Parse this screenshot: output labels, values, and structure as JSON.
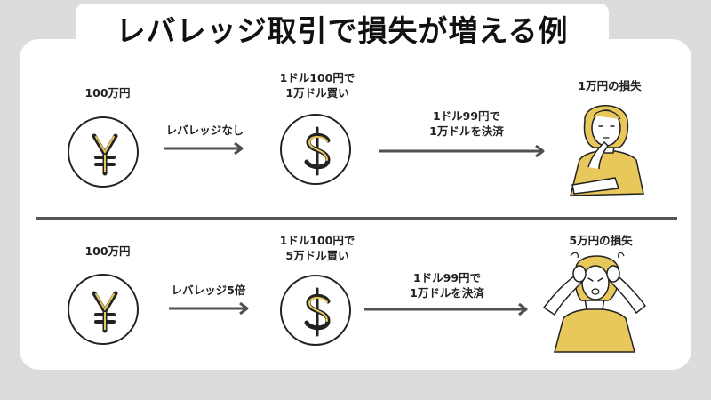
{
  "title": "レバレッジ取引で損失が増える例",
  "colors": {
    "accent": "#e8c85a",
    "arrow": "#505050",
    "background": "#dcdcdc",
    "card": "#ffffff"
  },
  "row1": {
    "start_amount": "100万円",
    "arrow1_label": "レバレッジなし",
    "buy_line1": "1ドル100円で",
    "buy_line2": "1万ドル買い",
    "settle_line1": "1ドル99円で",
    "settle_line2": "1万ドルを決済",
    "result": "1万円の損失"
  },
  "row2": {
    "start_amount": "100万円",
    "arrow1_label": "レバレッジ5倍",
    "buy_line1": "1ドル100円で",
    "buy_line2": "5万ドル買い",
    "settle_line1": "1ドル99円で",
    "settle_line2": "1万ドルを決済",
    "result": "5万円の損失"
  },
  "icons": {
    "yen": "yen-coin-icon",
    "dollar": "dollar-coin-icon",
    "worried_person": "thinking-woman-illustration",
    "distressed_person": "distressed-woman-illustration"
  }
}
